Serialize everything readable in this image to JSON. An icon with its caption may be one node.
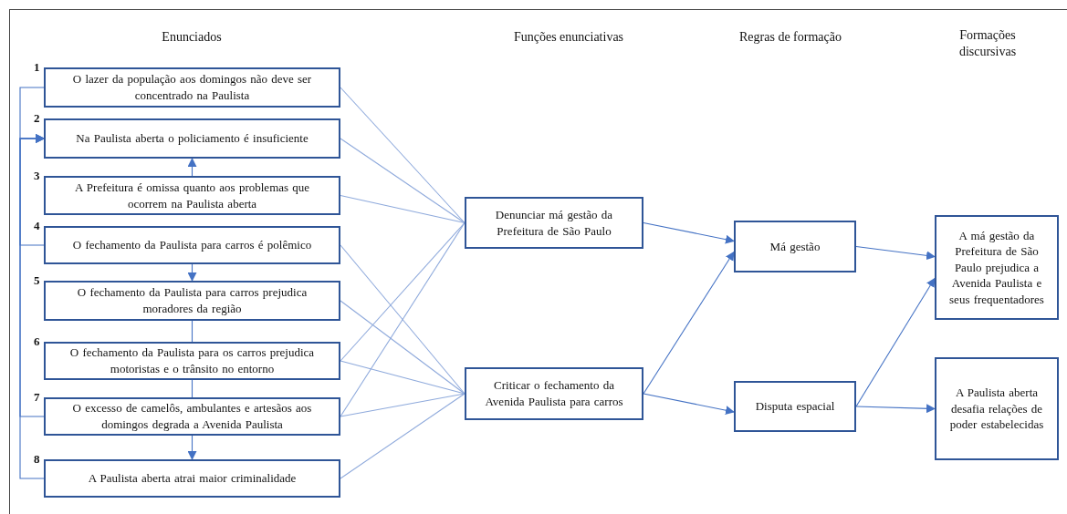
{
  "diagram": {
    "nodes": [
      {
        "text": [
          "O lazer da população aos domingos não deve ser concentrado na Paulista"
        ],
        "beside": [
          "1"
        ]
      },
      {
        "text": [
          "Na Paulista aberta o policiamento é insuficiente"
        ],
        "beside": [
          "2"
        ]
      },
      {
        "text": [
          "A Prefeitura é omissa quanto aos problemas que ocorrem na Paulista aberta"
        ],
        "beside": [
          "3"
        ]
      },
      {
        "text": [
          "O fechamento da Paulista para carros é polêmico"
        ],
        "beside": [
          "4"
        ]
      },
      {
        "text": [
          "O fechamento da Paulista para carros prejudica moradores da região"
        ],
        "beside": [
          "5"
        ]
      },
      {
        "text": [
          "O fechamento da Paulista para os carros prejudica motoristas e o trânsito no entorno"
        ],
        "beside": [
          "6"
        ]
      },
      {
        "text": [
          "O excesso de camelôs, ambulantes e artesãos aos domingos degrada a Avenida Paulista"
        ],
        "beside": [
          "7"
        ]
      },
      {
        "text": [
          "A Paulista aberta atrai maior criminalidade"
        ],
        "beside": [
          "8"
        ]
      },
      {
        "text": [
          "Denunciar má gestão da Prefeitura de São Paulo"
        ]
      },
      {
        "text": [
          "Criticar o fechamento da Avenida Paulista para carros"
        ]
      },
      {
        "text": [
          "Má gestão"
        ]
      },
      {
        "text": [
          "Disputa espacial"
        ]
      },
      {
        "text": [
          "A má gestão da Prefeitura de São Paulo prejudica a Avenida Paulista e seus frequentadores"
        ]
      },
      {
        "text": [
          "A Paulista aberta desafia relações de poder estabelecidas"
        ]
      }
    ],
    "edges": [
      {
        "from": 0,
        "to": 8,
        "arrow": "none"
      },
      {
        "from": 1,
        "to": 8,
        "arrow": "none"
      },
      {
        "from": 2,
        "to": 8,
        "arrow": "none"
      },
      {
        "from": 3,
        "to": 9,
        "arrow": "none"
      },
      {
        "from": 4,
        "to": 9,
        "arrow": "none"
      },
      {
        "from": 5,
        "to": 8,
        "arrow": "none"
      },
      {
        "from": 5,
        "to": 9,
        "arrow": "none"
      },
      {
        "from": 6,
        "to": 8,
        "arrow": "none"
      },
      {
        "from": 6,
        "to": 9,
        "arrow": "none"
      },
      {
        "from": 7,
        "to": 9,
        "arrow": "none"
      },
      {
        "from": 0,
        "to": 1,
        "arrow": "to"
      },
      {
        "from": 3,
        "to": 1,
        "arrow": "to"
      },
      {
        "from": 6,
        "to": 1,
        "arrow": "to"
      },
      {
        "from": 7,
        "to": 1,
        "arrow": "to"
      },
      {
        "from": 2,
        "to": 1,
        "arrow": "to"
      },
      {
        "from": 3,
        "to": 4,
        "arrow": "to"
      },
      {
        "from": 4,
        "to": 5,
        "arrow": "none"
      },
      {
        "from": 5,
        "to": 6,
        "arrow": "none"
      },
      {
        "from": 6,
        "to": 7,
        "arrow": "to"
      },
      {
        "from": 8,
        "to": 10,
        "arrow": "to"
      },
      {
        "from": 9,
        "to": 10,
        "arrow": "to"
      },
      {
        "from": 9,
        "to": 11,
        "arrow": "to"
      },
      {
        "from": 10,
        "to": 12,
        "arrow": "to"
      },
      {
        "from": 11,
        "to": 12,
        "arrow": "to"
      },
      {
        "from": 11,
        "to": 13,
        "arrow": "to"
      }
    ],
    "labels": [
      "Enunciados",
      "Funções enunciativas",
      "Regras de formação",
      "Formações discursivas"
    ]
  }
}
